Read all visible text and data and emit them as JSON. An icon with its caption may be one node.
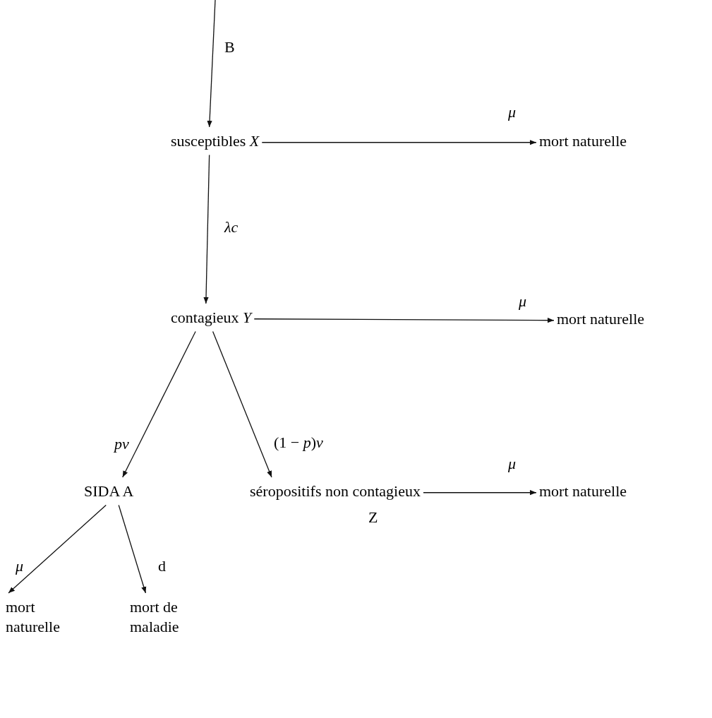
{
  "diagram": {
    "nodes": [
      {
        "text": [
          "susceptibles *X*"
        ]
      },
      {
        "text": [
          "mort naturelle"
        ]
      },
      {
        "text": [
          "contagieux *Y*"
        ]
      },
      {
        "text": [
          "mort naturelle"
        ]
      },
      {
        "text": [
          "SIDA A"
        ]
      },
      {
        "text": [
          "séropositifs non contagieux"
        ],
        "beside": [
          "Z"
        ]
      },
      {
        "text": [
          "mort naturelle"
        ]
      },
      {
        "text": [
          "mort naturelle"
        ]
      },
      {
        "text": [
          "mort de maladie"
        ]
      }
    ],
    "edges": [
      {
        "from": null,
        "to": 0,
        "arrow": "to",
        "label": "B"
      },
      {
        "from": 0,
        "to": 1,
        "arrow": "to",
        "label": "*μ*"
      },
      {
        "from": 0,
        "to": 2,
        "arrow": "to",
        "label": "*λc*"
      },
      {
        "from": 2,
        "to": 3,
        "arrow": "to",
        "label": "*μ*"
      },
      {
        "from": 2,
        "to": 4,
        "arrow": "to",
        "label": "*pv*"
      },
      {
        "from": 2,
        "to": 5,
        "arrow": "to",
        "label": "(1 − *p*)*v*"
      },
      {
        "from": 5,
        "to": 6,
        "arrow": "to",
        "label": "*μ*"
      },
      {
        "from": 4,
        "to": 7,
        "arrow": "to",
        "label": "*μ*"
      },
      {
        "from": 4,
        "to": 8,
        "arrow": "to",
        "label": "d"
      }
    ]
  }
}
